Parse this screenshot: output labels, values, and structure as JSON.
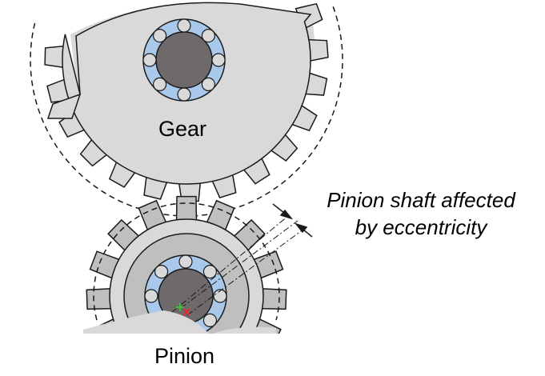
{
  "labels": {
    "gear": "Gear",
    "pinion": "Pinion",
    "annotation_line1": "Pinion shaft affected",
    "annotation_line2": "by eccentricity"
  },
  "colors": {
    "body_fill": "#d9d9d9",
    "pinion_hub": "#bfbfbf",
    "bearing_ring": "#a9c9ea",
    "ball_fill": "#d9d9d9",
    "shaft": "#6e6a6b",
    "center_mark_green": "#3fbf3f",
    "center_mark_red": "#e03030",
    "outline": "#1a1a1a"
  }
}
